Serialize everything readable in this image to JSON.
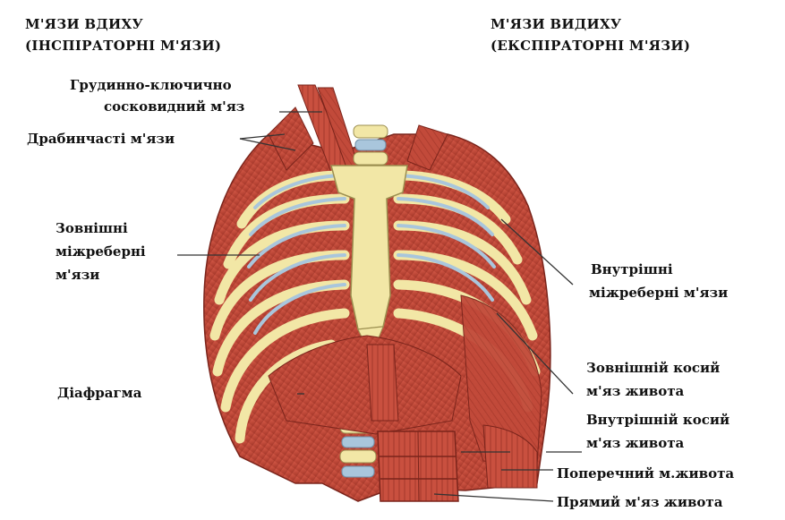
{
  "headers": {
    "left_line1": "М'ЯЗИ ВДИХУ",
    "left_line2": "(ІНСПІРАТОРНІ М'ЯЗИ)",
    "right_line1": "М'ЯЗИ ВИДИХУ",
    "right_line2": "(ЕКСПІРАТОРНІ М'ЯЗИ)"
  },
  "labels": {
    "sternocleido_line1": "Грудинно-ключично",
    "sternocleido_line2": "сосковидний м'яз",
    "scalene": "Драбинчасті м'язи",
    "ext_intercostal_line1": "Зовнішні",
    "ext_intercostal_line2": "міжреберні",
    "ext_intercostal_line3": "м'язи",
    "diaphragm": "Діафрагма",
    "int_intercostal_line1": "Внутрішні",
    "int_intercostal_line2": "міжреберні м'язи",
    "ext_oblique_line1": "Зовнішній косий",
    "ext_oblique_line2": "м'яз живота",
    "int_oblique_line1": "Внутрішній косий",
    "int_oblique_line2": "м'яз живота",
    "transverse": "Поперечний м.живота",
    "rectus": "Прямий м'яз живота"
  },
  "colors": {
    "muscle": "#c0483a",
    "muscle_dark": "#8e2a20",
    "bone": "#f2e7a6",
    "cartilage": "#a9c6dc",
    "leader": "#333333"
  }
}
